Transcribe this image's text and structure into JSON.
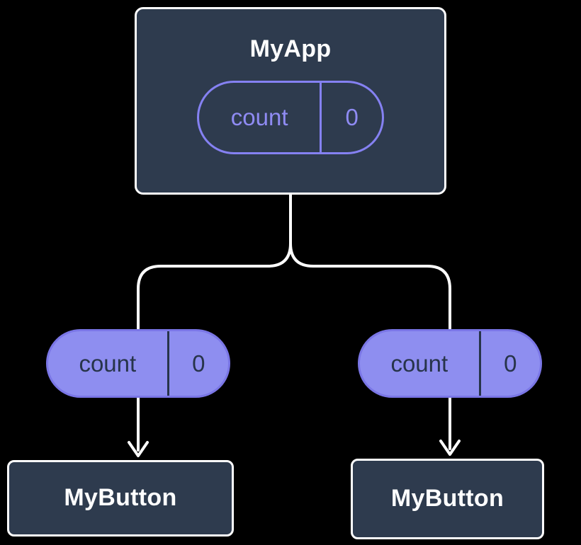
{
  "tree": {
    "root": {
      "title": "MyApp",
      "prop": {
        "name": "count",
        "value": "0"
      }
    },
    "passed_props": [
      {
        "name": "count",
        "value": "0"
      },
      {
        "name": "count",
        "value": "0"
      }
    ],
    "children": [
      {
        "title": "MyButton"
      },
      {
        "title": "MyButton"
      }
    ],
    "colors": {
      "background": "#000000",
      "node_fill": "#2e3b4e",
      "node_border": "#ffffff",
      "pill_outline": "#8581f2",
      "pill_outline_text": "#8f8bf3",
      "pill_fill": "#8e8ef0",
      "pill_fill_text": "#27344a",
      "connector": "#ffffff"
    }
  }
}
